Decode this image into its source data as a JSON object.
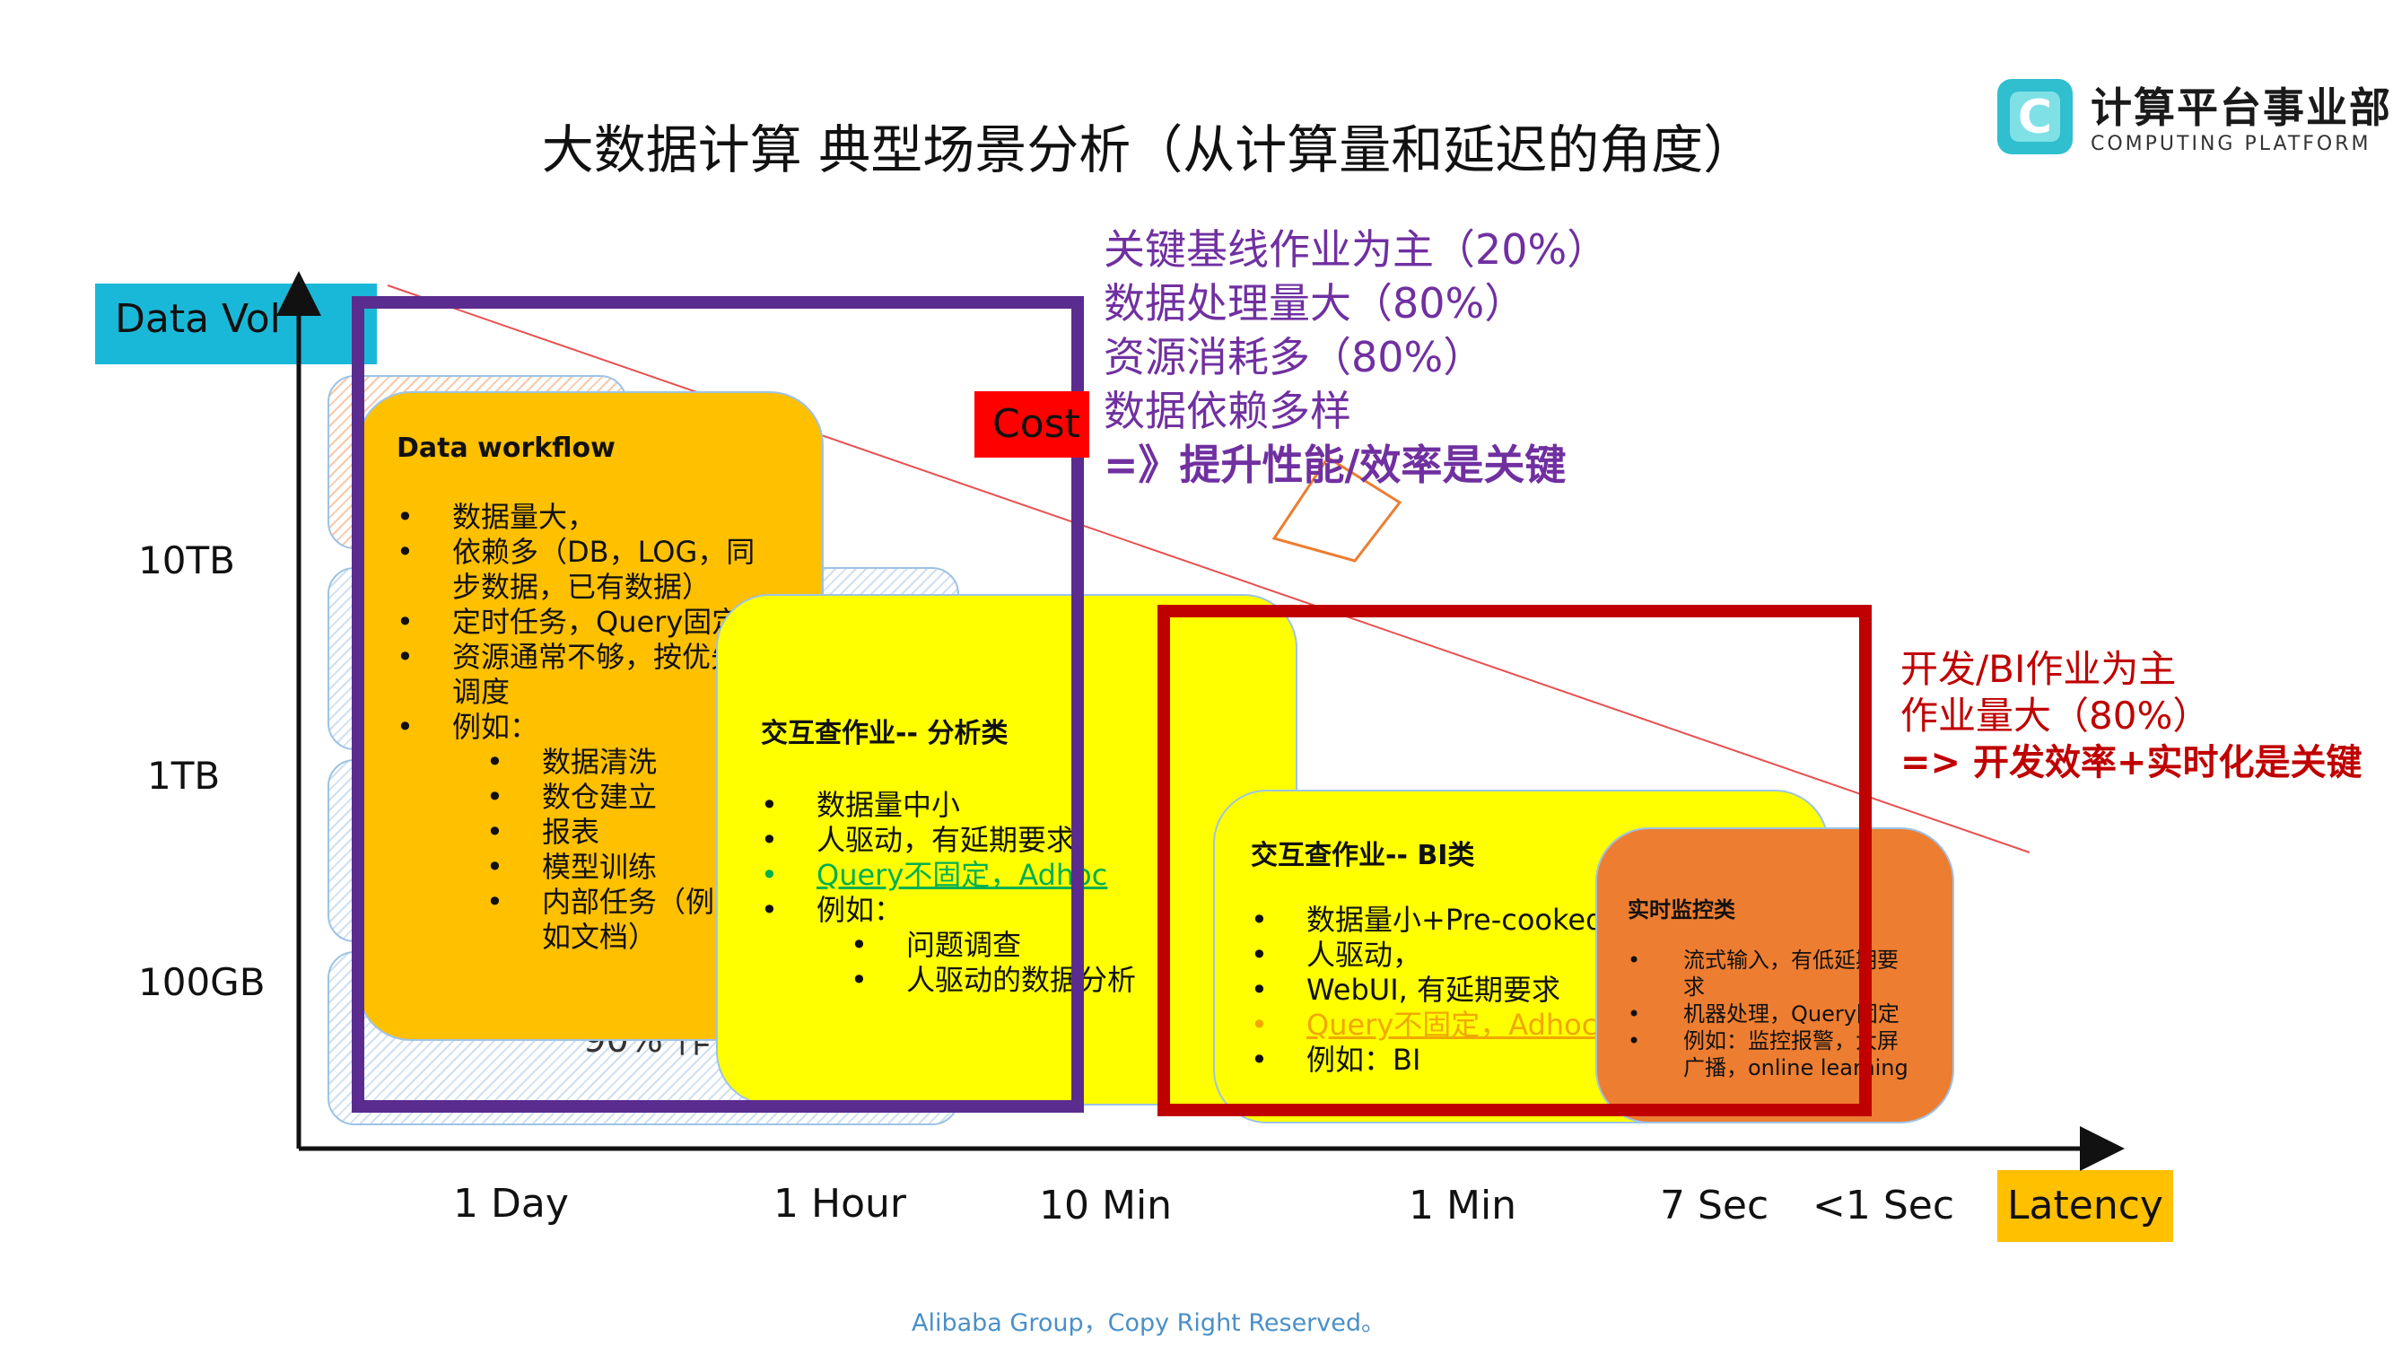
{
  "title": "大数据计算 典型场景分析（从计算量和延迟的角度）",
  "logo": {
    "name": "计算平台事业部",
    "subtitle": "COMPUTING PLATFORM"
  },
  "axes": {
    "y_title": "Data Vol",
    "x_title": "Latency",
    "y_ticks": [
      "10TB",
      "1TB",
      "100GB"
    ],
    "x_ticks": [
      "1 Day",
      "1 Hour",
      "10 Min",
      "1 Min",
      "7 Sec",
      "<1 Sec"
    ]
  },
  "cost_label": "Cost",
  "cards": {
    "workflow": {
      "title": "Data workflow",
      "items": [
        "数据量大，",
        "依赖多（DB，LOG，同步数据，已有数据）",
        "定时任务，Query固定",
        "资源通常不够，按优先级调度",
        "例如："
      ],
      "sub_items": [
        "数据清洗",
        "数仓建立",
        "报表",
        "模型训练",
        "内部任务（例如文档）"
      ]
    },
    "analysis": {
      "title": "交互查作业-- 分析类",
      "items": [
        "数据量中小",
        "人驱动，有延期要求",
        "Query不固定，Adhoc",
        "例如："
      ],
      "sub_items": [
        "问题调查",
        "人驱动的数据分析"
      ]
    },
    "bi": {
      "title": "交互查作业-- BI类",
      "items": [
        "数据量小+Pre-cooked",
        "人驱动，",
        "WebUI, 有延期要求",
        "Query不固定，Adhoc",
        "例如：BI"
      ]
    },
    "monitor": {
      "title": "实时监控类",
      "items": [
        "流式输入，有低延期要求",
        "机器处理，Query固定",
        "例如：监控报警，大屏广播，online learning"
      ]
    }
  },
  "purple_notes": [
    "关键基线作业为主（20%）",
    "数据处理量大（80%）",
    "资源消耗多（80%）",
    "数据依赖多样"
  ],
  "purple_conclusion": "=》提升性能/效率是关键",
  "red_notes": [
    "开发/BI作业为主",
    "作业量大（80%）"
  ],
  "red_conclusion": "=> 开发效率+实时化是关键",
  "bg_fragment": "90% 作",
  "footer": "Alibaba Group，Copy Right Reserved。",
  "colors": {
    "accent_cyan": "#1ab8d8",
    "accent_yellow": "#ffc000",
    "card_orange": "#ffc000",
    "card_yellow": "#ffff00",
    "card_dark_orange": "#ed7d31",
    "frame_purple": "#5b2c8f",
    "frame_red": "#c00000",
    "cost_red": "#ff0000",
    "green_text": "#00b050"
  }
}
